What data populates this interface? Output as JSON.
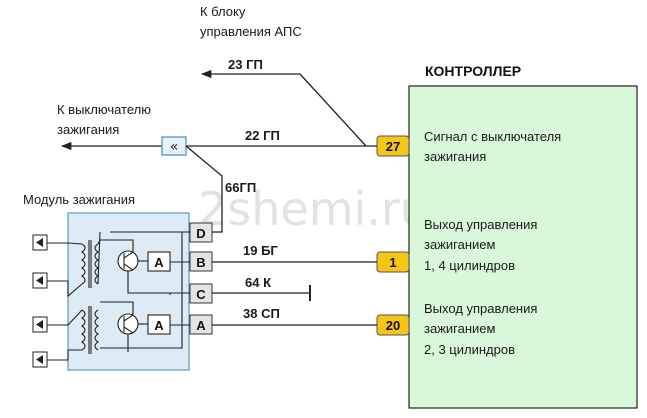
{
  "watermark": "2shemi.ru",
  "controller": {
    "title": "КОНТРОЛЛЕР",
    "fill": "#d9f7d9",
    "pin_fill": "#f5c518",
    "pins": [
      {
        "number": "27",
        "wire": "22 ГП",
        "description": [
          "Сигнал с выключателя",
          "зажигания"
        ]
      },
      {
        "number": "1",
        "wire": "19 БГ",
        "description": [
          "Выход управления",
          "зажиганием",
          "1, 4 цилиндров"
        ]
      },
      {
        "number": "20",
        "wire": "38 СП",
        "description": [
          "Выход управления",
          "зажиганием",
          "2, 3 цилиндров"
        ]
      }
    ]
  },
  "aps_block": {
    "label": [
      "К блоку",
      "управления АПС"
    ],
    "wire": "23 ГП"
  },
  "ignition_switch": {
    "label": [
      "К выключателю",
      "зажигания"
    ],
    "connector_symbol": "«"
  },
  "ignition_module": {
    "title": "Модуль зажигания",
    "fill": "#dcebf5",
    "terminals": [
      "D",
      "B",
      "C",
      "A"
    ],
    "amplifier_label": "A",
    "wire_66": "66ГП",
    "ground_wire": "64 К"
  }
}
